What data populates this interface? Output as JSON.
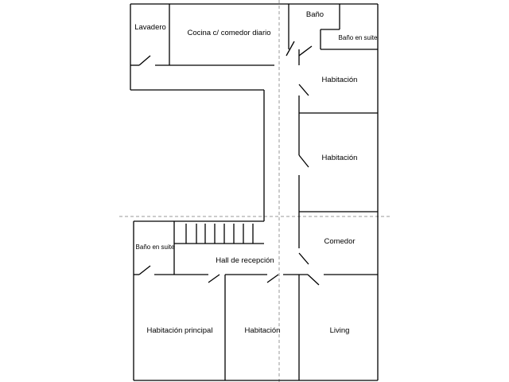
{
  "floor_plan": {
    "rooms": {
      "lavadero": "Lavadero",
      "cocina": "Cocina c/ comedor diario",
      "bano": "Baño",
      "bano_suite_top": "Baño en suite",
      "habitacion_1": "Habitación",
      "habitacion_2": "Habitación",
      "comedor": "Comedor",
      "bano_suite_bottom": "Baño en suite",
      "hall": "Hall de recepción",
      "habitacion_principal": "Habitación principal",
      "habitacion_3": "Habitación",
      "living": "Living"
    }
  }
}
